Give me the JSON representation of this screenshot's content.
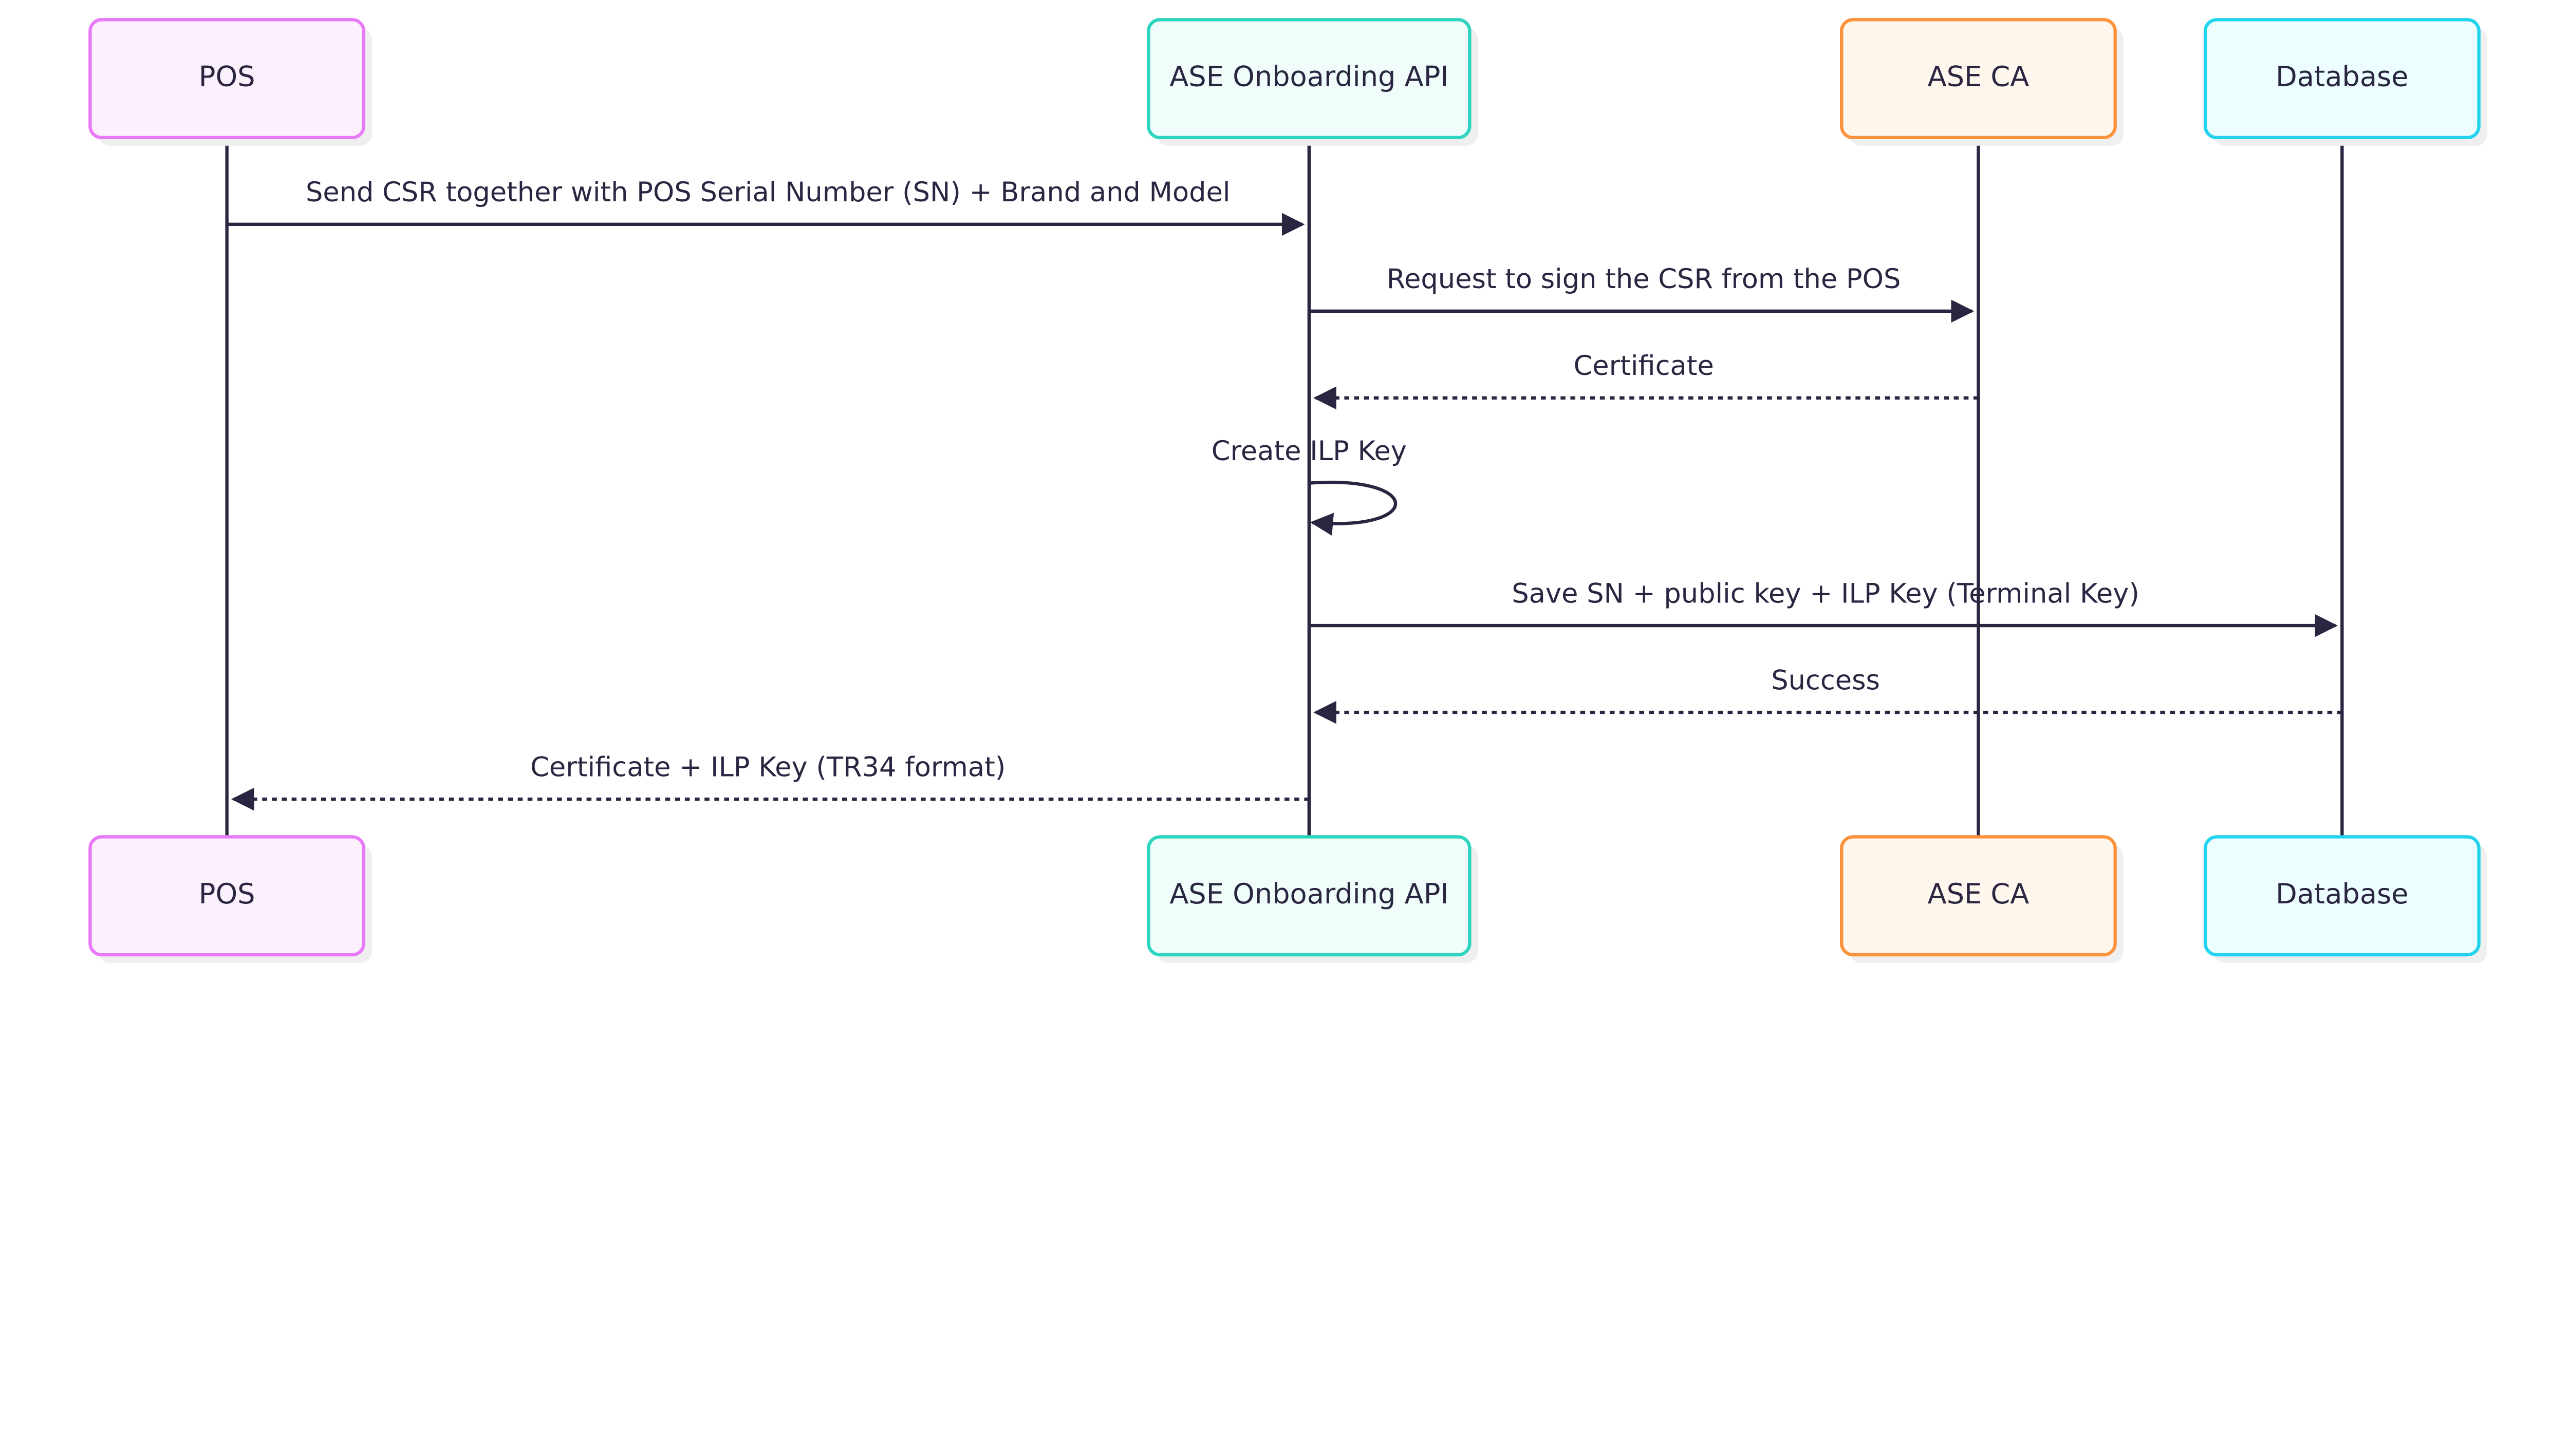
{
  "participants": [
    {
      "name": "POS",
      "stroke": "#e879f9",
      "fill": "#fdf0fd"
    },
    {
      "name": "ASE Onboarding API",
      "stroke": "#2dd4bf",
      "fill": "#f0fdfa"
    },
    {
      "name": "ASE CA",
      "stroke": "#fb923c",
      "fill": "#fff7ed"
    },
    {
      "name": "Database",
      "stroke": "#22d3ee",
      "fill": "#ecfeff"
    }
  ],
  "messages": [
    {
      "from": "POS",
      "to": "ASE Onboarding API",
      "text": "Send CSR together with POS Serial Number (SN) + Brand and Model",
      "style": "solid"
    },
    {
      "from": "ASE Onboarding API",
      "to": "ASE CA",
      "text": "Request to sign the CSR from the POS",
      "style": "solid"
    },
    {
      "from": "ASE CA",
      "to": "ASE Onboarding API",
      "text": "Certificate",
      "style": "dotted"
    },
    {
      "from": "ASE Onboarding API",
      "to": "ASE Onboarding API",
      "text": "Create ILP Key",
      "style": "solid"
    },
    {
      "from": "ASE Onboarding API",
      "to": "Database",
      "text": "Save SN + public key + ILP Key (Terminal Key)",
      "style": "solid"
    },
    {
      "from": "Database",
      "to": "ASE Onboarding API",
      "text": "Success",
      "style": "dotted"
    },
    {
      "from": "ASE Onboarding API",
      "to": "POS",
      "text": "Certificate + ILP Key (TR34 format)",
      "style": "dotted"
    }
  ],
  "line_color": "#2a2540"
}
